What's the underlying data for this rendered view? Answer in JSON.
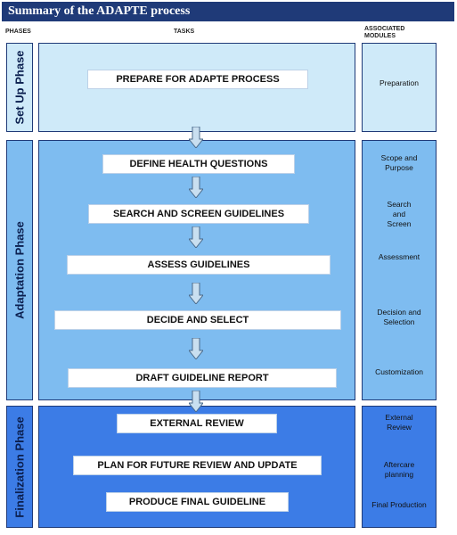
{
  "title": "Summary of the ADAPTE process",
  "columns": {
    "phases": "PHASES",
    "tasks": "TASKS",
    "modules": "ASSOCIATED MODULES"
  },
  "phases": {
    "setup": "Set Up Phase",
    "adaptation": "Adaptation Phase",
    "finalization": "Finalization Phase"
  },
  "tasks": [
    "PREPARE FOR ADAPTE PROCESS",
    "DEFINE HEALTH QUESTIONS",
    "SEARCH AND SCREEN GUIDELINES",
    "ASSESS GUIDELINES",
    "DECIDE AND SELECT",
    "DRAFT GUIDELINE REPORT",
    "EXTERNAL REVIEW",
    "PLAN FOR FUTURE REVIEW AND UPDATE",
    "PRODUCE FINAL GUIDELINE"
  ],
  "modules": [
    "Preparation",
    "Scope and Purpose",
    "Search and Screen",
    "Assessment",
    "Decision and Selection",
    "Customization",
    "External Review",
    "Aftercare planning",
    "Final Production"
  ],
  "colors": {
    "title_bar": "#1f3a78",
    "setup_fill": "#cfeaf9",
    "adaptation_fill": "#7ebcf0",
    "finalization_fill": "#3c7ce6",
    "arrow_fill": "#c9dff0"
  }
}
